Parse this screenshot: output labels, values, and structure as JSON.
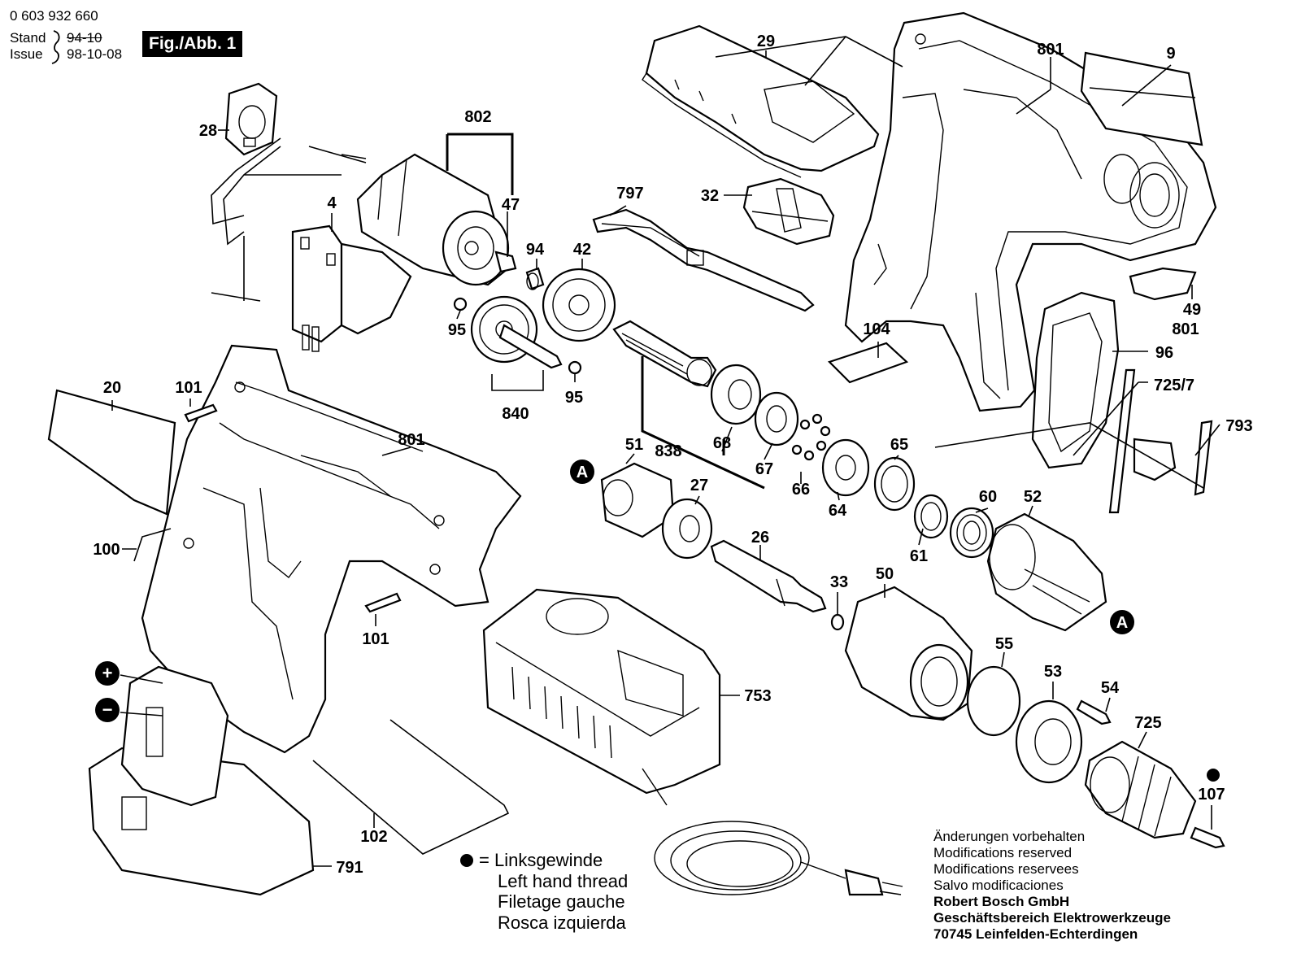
{
  "header": {
    "part_number": "0 603 932 660",
    "stand_label": "Stand",
    "stand_value": "94-10",
    "issue_label": "Issue",
    "issue_value": "98-10-08",
    "figure_label": "Fig./Abb. 1"
  },
  "callouts": {
    "c29": "29",
    "c801a": "801",
    "c9": "9",
    "c28": "28",
    "c802": "802",
    "c4": "4",
    "c47": "47",
    "c797": "797",
    "c32": "32",
    "c94": "94",
    "c42": "42",
    "c95a": "95",
    "c95b": "95",
    "c840": "840",
    "c49": "49",
    "c801b": "801",
    "c104": "104",
    "c96": "96",
    "c725_7": "725/7",
    "c793": "793",
    "c20": "20",
    "c101a": "101",
    "c801c": "801",
    "c51": "51",
    "c838": "838",
    "c68": "68",
    "c65": "65",
    "c67": "67",
    "c66": "66",
    "c64": "64",
    "c27": "27",
    "c60": "60",
    "c52": "52",
    "c100": "100",
    "c26": "26",
    "c61": "61",
    "c33": "33",
    "c50": "50",
    "c101b": "101",
    "c55": "55",
    "c53": "53",
    "c54": "54",
    "c753": "753",
    "c725": "725",
    "c107": "107",
    "c102": "102",
    "c791": "791",
    "markA1": "A",
    "markA2": "A",
    "plus": "+",
    "minus": "−"
  },
  "legend": {
    "line1": "= Linksgewinde",
    "line2": "Left hand thread",
    "line3": "Filetage gauche",
    "line4": "Rosca izquierda"
  },
  "notes": {
    "line1": "Änderungen vorbehalten",
    "line2": "Modifications reserved",
    "line3": "Modifications reservees",
    "line4": "Salvo modificaciones",
    "line5": "Robert Bosch GmbH",
    "line6": "Geschäftsbereich Elektrowerkzeuge",
    "line7": "70745 Leinfelden-Echterdingen"
  }
}
